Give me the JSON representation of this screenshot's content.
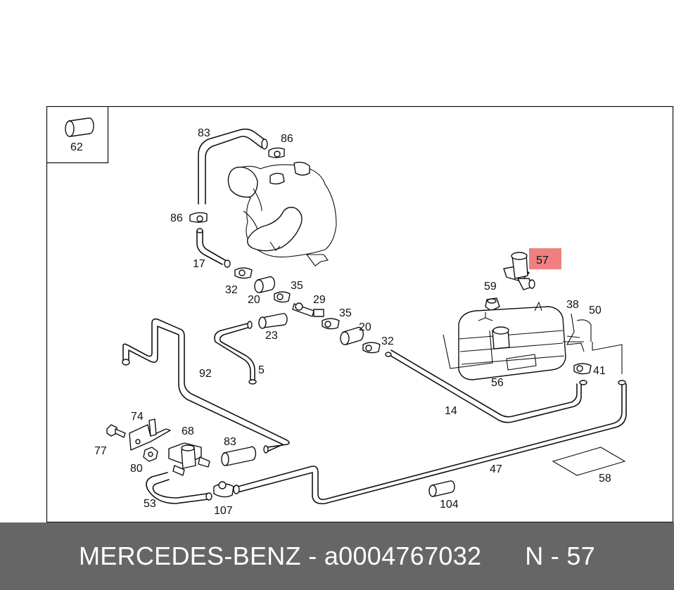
{
  "footer": {
    "brand": "MERCEDES-BENZ",
    "separator": "-",
    "part_number": "a0004767032",
    "position": "N - 57"
  },
  "highlight": {
    "callout": "57",
    "color": "#f08080"
  },
  "callouts": {
    "c62": "62",
    "c83a": "83",
    "c86a": "86",
    "c86b": "86",
    "c17": "17",
    "c32a": "32",
    "c20a": "20",
    "c35a": "35",
    "c29": "29",
    "c35b": "35",
    "c20b": "20",
    "c32b": "32",
    "c23": "23",
    "c5": "5",
    "c92": "92",
    "c59": "59",
    "c38": "38",
    "c50": "50",
    "c56": "56",
    "c41": "41",
    "c14": "14",
    "c74": "74",
    "c77": "77",
    "c68": "68",
    "c83b": "83",
    "c80": "80",
    "c53": "53",
    "c107": "107",
    "c47": "47",
    "c104": "104",
    "c58": "58"
  }
}
